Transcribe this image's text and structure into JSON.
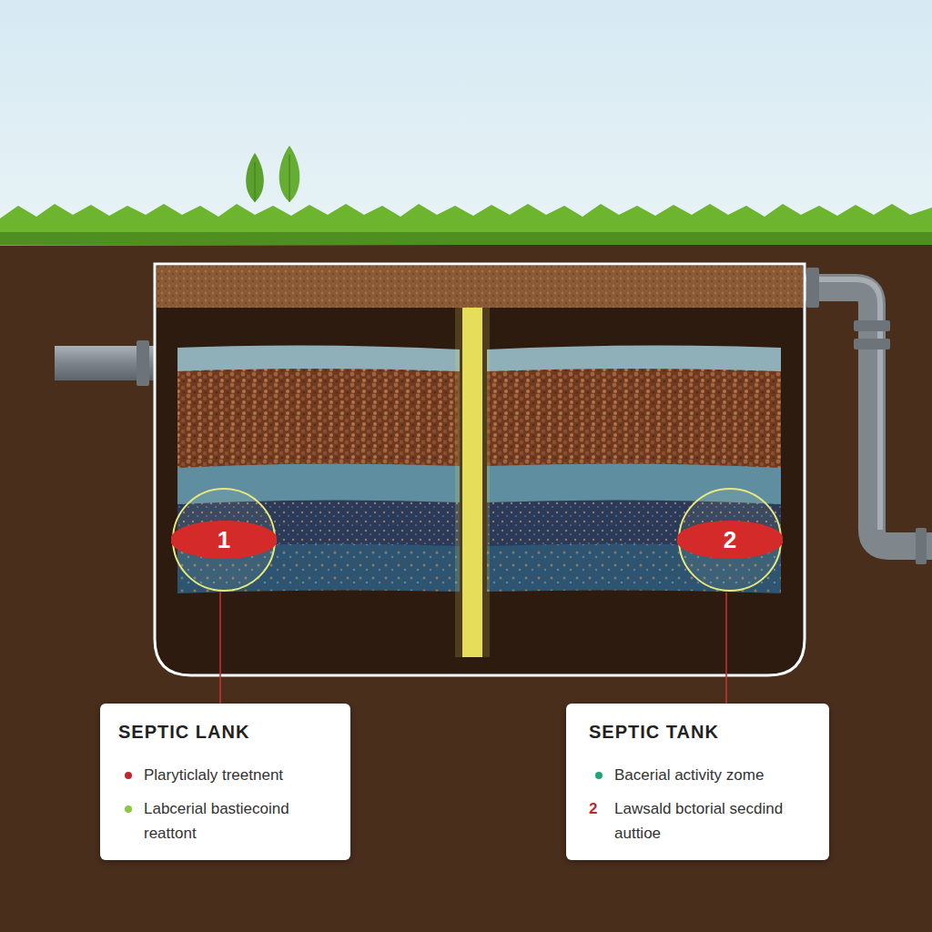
{
  "diagram": {
    "nodes": [
      {
        "text": [
          "1"
        ]
      },
      {
        "text": [
          "2"
        ]
      },
      {
        "text": [
          "SEPTIC LANK",
          "Plaryticlaly treetnent",
          "Labcerial bastiecoind reattont"
        ]
      },
      {
        "text": [
          "SEPTIC TANK",
          "Bacerial activity zome",
          "2",
          "Lawsald bctorial secdind auttioe"
        ]
      }
    ],
    "edges": [
      {
        "from": 0,
        "to": 2,
        "arrow": "none"
      },
      {
        "from": 1,
        "to": 3,
        "arrow": "none"
      }
    ]
  }
}
